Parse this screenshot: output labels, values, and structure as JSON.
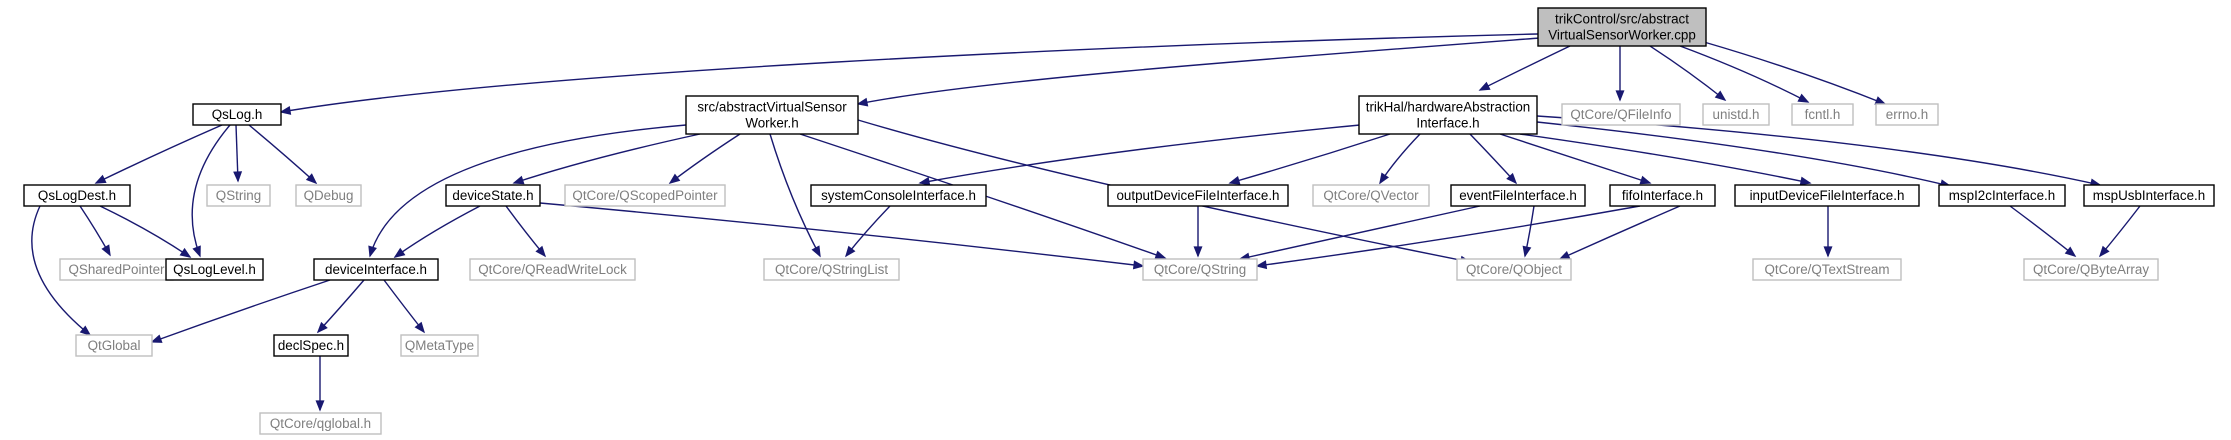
{
  "diagram": {
    "colors": {
      "root_fill": "#bfbfbf",
      "documented_border": "#000000",
      "external_border": "#bfbfbf",
      "external_text": "#7f7f7f",
      "edge": "#191970"
    },
    "nodes": [
      {
        "id": "root",
        "kind": "root",
        "lines": [
          "trikControl/src/abstract",
          "VirtualSensorWorker.cpp"
        ]
      },
      {
        "id": "qslog",
        "kind": "doc",
        "lines": [
          "QsLog.h"
        ]
      },
      {
        "id": "avsw",
        "kind": "doc",
        "lines": [
          "src/abstractVirtualSensor",
          "Worker.h"
        ]
      },
      {
        "id": "hal",
        "kind": "doc",
        "lines": [
          "trikHal/hardwareAbstraction",
          "Interface.h"
        ]
      },
      {
        "id": "qfileinfo",
        "kind": "ext",
        "lines": [
          "QtCore/QFileInfo"
        ]
      },
      {
        "id": "unistd",
        "kind": "ext",
        "lines": [
          "unistd.h"
        ]
      },
      {
        "id": "fcntl",
        "kind": "ext",
        "lines": [
          "fcntl.h"
        ]
      },
      {
        "id": "errno",
        "kind": "ext",
        "lines": [
          "errno.h"
        ]
      },
      {
        "id": "qslogdest",
        "kind": "doc",
        "lines": [
          "QsLogDest.h"
        ]
      },
      {
        "id": "qstring_plain",
        "kind": "ext",
        "lines": [
          "QString"
        ]
      },
      {
        "id": "qdebug",
        "kind": "ext",
        "lines": [
          "QDebug"
        ]
      },
      {
        "id": "qsharedpointer",
        "kind": "ext",
        "lines": [
          "QSharedPointer"
        ]
      },
      {
        "id": "qsloglevel",
        "kind": "doc",
        "lines": [
          "QsLogLevel.h"
        ]
      },
      {
        "id": "qtglobal",
        "kind": "ext",
        "lines": [
          "QtGlobal"
        ]
      },
      {
        "id": "devicestate",
        "kind": "doc",
        "lines": [
          "deviceState.h"
        ]
      },
      {
        "id": "qscopedpointer",
        "kind": "ext",
        "lines": [
          "QtCore/QScopedPointer"
        ]
      },
      {
        "id": "deviceinterface",
        "kind": "doc",
        "lines": [
          "deviceInterface.h"
        ]
      },
      {
        "id": "qreadwritelock",
        "kind": "ext",
        "lines": [
          "QtCore/QReadWriteLock"
        ]
      },
      {
        "id": "declspec",
        "kind": "doc",
        "lines": [
          "declSpec.h"
        ]
      },
      {
        "id": "qmetatype",
        "kind": "ext",
        "lines": [
          "QMetaType"
        ]
      },
      {
        "id": "qglobalh",
        "kind": "ext",
        "lines": [
          "QtCore/qglobal.h"
        ]
      },
      {
        "id": "sysconsole",
        "kind": "doc",
        "lines": [
          "systemConsoleInterface.h"
        ]
      },
      {
        "id": "qstringlist",
        "kind": "ext",
        "lines": [
          "QtCore/QStringList"
        ]
      },
      {
        "id": "outputdev",
        "kind": "doc",
        "lines": [
          "outputDeviceFileInterface.h"
        ]
      },
      {
        "id": "qtqstring",
        "kind": "ext",
        "lines": [
          "QtCore/QString"
        ]
      },
      {
        "id": "qvector",
        "kind": "ext",
        "lines": [
          "QtCore/QVector"
        ]
      },
      {
        "id": "eventfile",
        "kind": "doc",
        "lines": [
          "eventFileInterface.h"
        ]
      },
      {
        "id": "fifo",
        "kind": "doc",
        "lines": [
          "fifoInterface.h"
        ]
      },
      {
        "id": "qobject",
        "kind": "ext",
        "lines": [
          "QtCore/QObject"
        ]
      },
      {
        "id": "inputdev",
        "kind": "doc",
        "lines": [
          "inputDeviceFileInterface.h"
        ]
      },
      {
        "id": "qtextstream",
        "kind": "ext",
        "lines": [
          "QtCore/QTextStream"
        ]
      },
      {
        "id": "mspi2c",
        "kind": "doc",
        "lines": [
          "mspI2cInterface.h"
        ]
      },
      {
        "id": "mspusb",
        "kind": "doc",
        "lines": [
          "mspUsbInterface.h"
        ]
      },
      {
        "id": "qbytearray",
        "kind": "ext",
        "lines": [
          "QtCore/QByteArray"
        ]
      }
    ],
    "edges": [
      [
        "root",
        "qslog"
      ],
      [
        "root",
        "avsw"
      ],
      [
        "root",
        "hal"
      ],
      [
        "root",
        "qfileinfo"
      ],
      [
        "root",
        "unistd"
      ],
      [
        "root",
        "fcntl"
      ],
      [
        "root",
        "errno"
      ],
      [
        "qslog",
        "qslogdest"
      ],
      [
        "qslog",
        "qstring_plain"
      ],
      [
        "qslog",
        "qdebug"
      ],
      [
        "qslog",
        "qsloglevel"
      ],
      [
        "qslogdest",
        "qsharedpointer"
      ],
      [
        "qslogdest",
        "qsloglevel"
      ],
      [
        "qslogdest",
        "qtglobal"
      ],
      [
        "avsw",
        "deviceinterface"
      ],
      [
        "avsw",
        "devicestate"
      ],
      [
        "avsw",
        "qscopedpointer"
      ],
      [
        "avsw",
        "qstringlist"
      ],
      [
        "avsw",
        "qtqstring"
      ],
      [
        "avsw",
        "qobject"
      ],
      [
        "devicestate",
        "deviceinterface"
      ],
      [
        "devicestate",
        "qreadwritelock"
      ],
      [
        "devicestate",
        "qtqstring"
      ],
      [
        "deviceinterface",
        "qtglobal"
      ],
      [
        "deviceinterface",
        "declspec"
      ],
      [
        "deviceinterface",
        "qmetatype"
      ],
      [
        "declspec",
        "qglobalh"
      ],
      [
        "hal",
        "sysconsole"
      ],
      [
        "hal",
        "outputdev"
      ],
      [
        "hal",
        "qvector"
      ],
      [
        "hal",
        "eventfile"
      ],
      [
        "hal",
        "fifo"
      ],
      [
        "hal",
        "inputdev"
      ],
      [
        "hal",
        "mspi2c"
      ],
      [
        "hal",
        "mspusb"
      ],
      [
        "sysconsole",
        "qstringlist"
      ],
      [
        "outputdev",
        "qtqstring"
      ],
      [
        "eventfile",
        "qtqstring"
      ],
      [
        "eventfile",
        "qobject"
      ],
      [
        "fifo",
        "qtqstring"
      ],
      [
        "fifo",
        "qobject"
      ],
      [
        "inputdev",
        "qtextstream"
      ],
      [
        "mspi2c",
        "qbytearray"
      ],
      [
        "mspusb",
        "qbytearray"
      ]
    ]
  }
}
